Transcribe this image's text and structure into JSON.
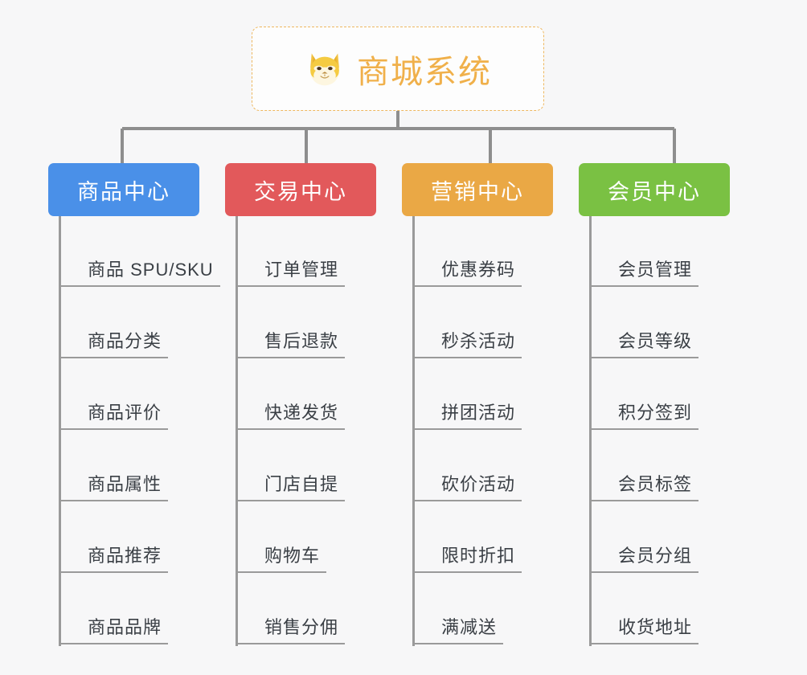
{
  "page": {
    "background_color": "#f7f7f8",
    "diagram_type": "organization-tree"
  },
  "root": {
    "title": "商城系统",
    "icon": "shiba-dog-face-emoji",
    "text_color": "#f0b04a",
    "border_color": "#eeb860",
    "border_style": "dashed"
  },
  "columns": [
    {
      "id": "product-center",
      "label": "商品中心",
      "color": "#4a90e8",
      "items": [
        {
          "label": "商品 SPU/SKU"
        },
        {
          "label": "商品分类"
        },
        {
          "label": "商品评价"
        },
        {
          "label": "商品属性"
        },
        {
          "label": "商品推荐"
        },
        {
          "label": "商品品牌"
        }
      ]
    },
    {
      "id": "trade-center",
      "label": "交易中心",
      "color": "#e2595b",
      "items": [
        {
          "label": "订单管理"
        },
        {
          "label": "售后退款"
        },
        {
          "label": "快递发货"
        },
        {
          "label": "门店自提"
        },
        {
          "label": "购物车"
        },
        {
          "label": "销售分佣"
        }
      ]
    },
    {
      "id": "marketing-center",
      "label": "营销中心",
      "color": "#eaa845",
      "items": [
        {
          "label": "优惠券码"
        },
        {
          "label": "秒杀活动"
        },
        {
          "label": "拼团活动"
        },
        {
          "label": "砍价活动"
        },
        {
          "label": "限时折扣"
        },
        {
          "label": "满减送"
        }
      ]
    },
    {
      "id": "member-center",
      "label": "会员中心",
      "color": "#7ac143",
      "items": [
        {
          "label": "会员管理"
        },
        {
          "label": "会员等级"
        },
        {
          "label": "积分签到"
        },
        {
          "label": "会员标签"
        },
        {
          "label": "会员分组"
        },
        {
          "label": "收货地址"
        }
      ]
    }
  ],
  "connector": {
    "color": "#8e8e8e"
  }
}
